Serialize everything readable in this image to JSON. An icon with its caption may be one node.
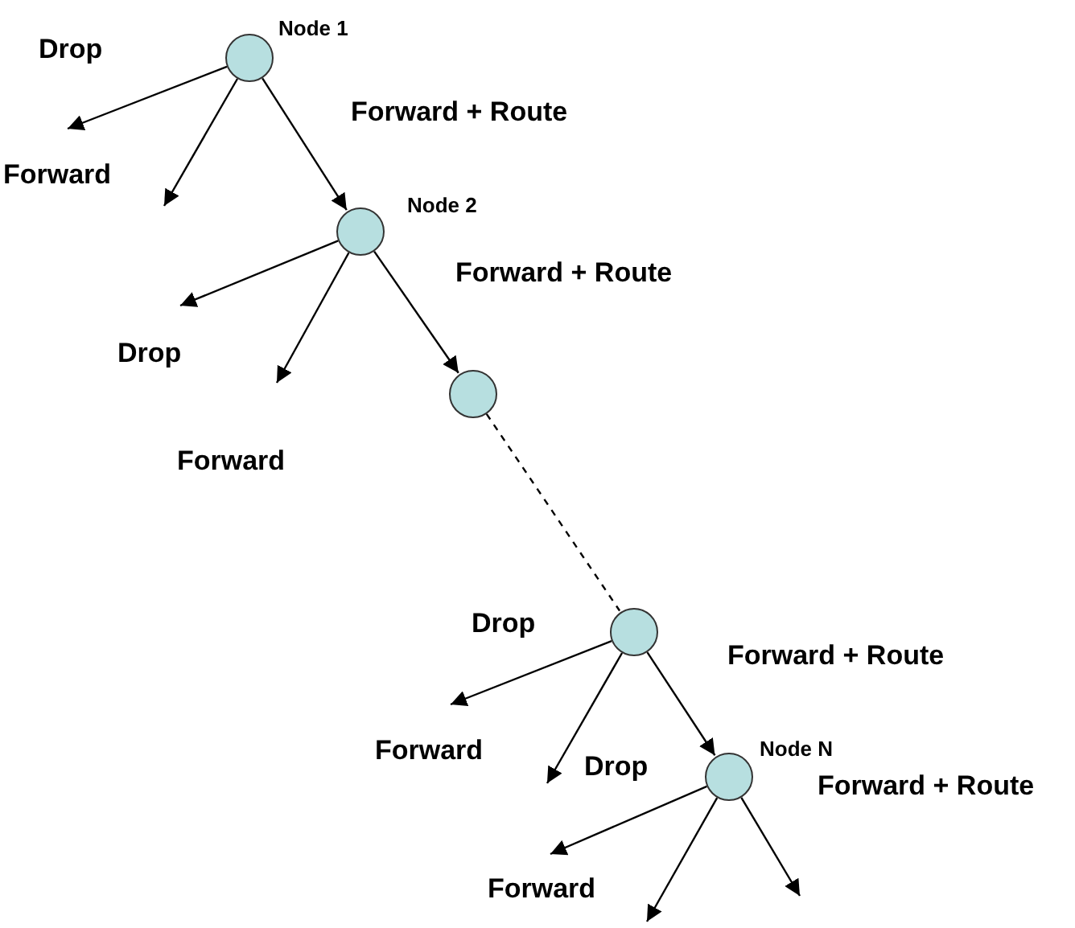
{
  "diagram": {
    "nodes": [
      {
        "text": [],
        "shape": "circle",
        "beside": [
          "Node 1"
        ]
      },
      {
        "text": [],
        "shape": "circle",
        "beside": [
          "Node 2"
        ]
      },
      {
        "text": [],
        "shape": "circle"
      },
      {
        "text": [],
        "shape": "circle"
      },
      {
        "text": [],
        "shape": "circle",
        "beside": [
          "Node N"
        ]
      },
      {
        "text": [
          "Forward"
        ]
      }
    ],
    "edges": [
      {
        "from": 0,
        "to": null,
        "arrow": "to"
      },
      {
        "from": 0,
        "to": null,
        "arrow": "to"
      },
      {
        "from": 0,
        "to": 1,
        "arrow": "to"
      },
      {
        "from": 1,
        "to": null,
        "arrow": "to"
      },
      {
        "from": 1,
        "to": null,
        "arrow": "to"
      },
      {
        "from": 1,
        "to": 2,
        "arrow": "to"
      },
      {
        "from": 2,
        "to": 3,
        "arrow": "none",
        "style": "dashed"
      },
      {
        "from": 3,
        "to": null,
        "arrow": "to"
      },
      {
        "from": 3,
        "to": null,
        "arrow": "to"
      },
      {
        "from": 3,
        "to": 4,
        "arrow": "to"
      },
      {
        "from": 4,
        "to": 5,
        "arrow": "to"
      },
      {
        "from": 4,
        "to": null,
        "arrow": "to"
      },
      {
        "from": 4,
        "to": null,
        "arrow": "to"
      }
    ],
    "labels": [
      "Drop",
      "Forward + Route",
      "Forward",
      "Forward + Route",
      "Drop",
      "Forward",
      "Drop",
      "Forward + Route",
      "Forward",
      "Drop",
      "Forward + Route"
    ]
  }
}
